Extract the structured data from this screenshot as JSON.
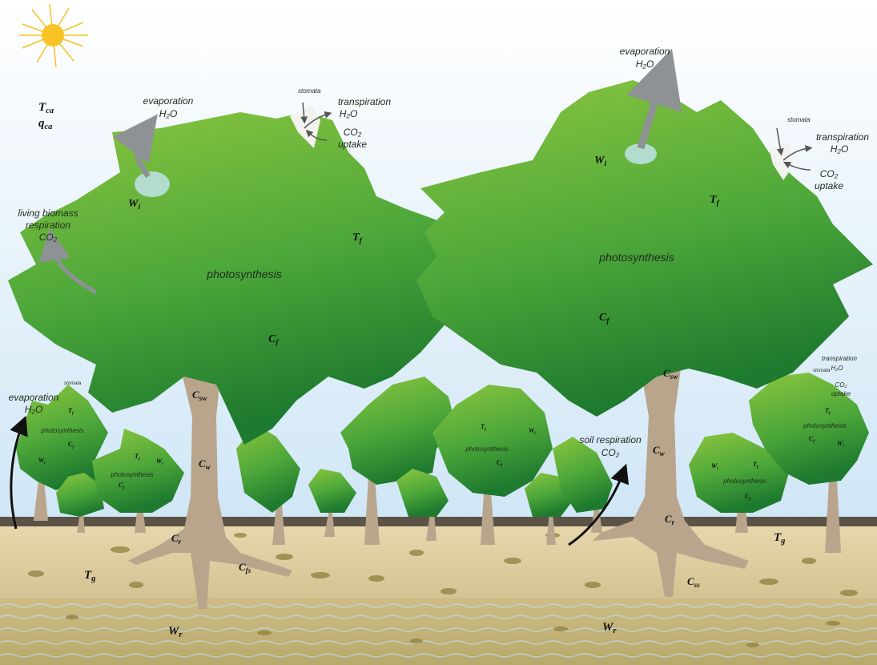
{
  "sky": {
    "ca_symbol_T": "T",
    "ca_symbol_T_sub": "ca",
    "ca_symbol_q": "q",
    "ca_symbol_q_sub": "ca"
  },
  "tree_left": {
    "evaporation": "evaporation",
    "evaporation_h2o": "H₂O",
    "stomata": "stomata",
    "transpiration": "transpiration",
    "transpiration_h2o": "H₂O",
    "co2_uptake_co2": "CO₂",
    "co2_uptake_word": "uptake",
    "living_biomass_line1": "living biomass",
    "living_biomass_line2": "respiration",
    "living_biomass_co2": "CO₂",
    "photosynthesis": "photosynthesis",
    "wi": "W",
    "wi_sub": "i",
    "tf": "T",
    "tf_sub": "f",
    "cf": "C",
    "cf_sub": "f",
    "csw": "C",
    "csw_sub": "sw",
    "cw": "C",
    "cw_sub": "w",
    "cr": "C",
    "cr_sub": "r",
    "cfs": "C",
    "cfs_sub": "fs"
  },
  "tree_right": {
    "evaporation": "evaporation",
    "evaporation_h2o": "H₂O",
    "stomata": "stomata",
    "transpiration": "transpiration",
    "transpiration_h2o": "H₂O",
    "co2_uptake_co2": "CO₂",
    "co2_uptake_word": "uptake",
    "photosynthesis": "photosynthesis",
    "wi": "W",
    "wi_sub": "i",
    "tf": "T",
    "tf_sub": "f",
    "cf": "C",
    "cf_sub": "f",
    "csw": "C",
    "csw_sub": "sw",
    "cw": "C",
    "cw_sub": "w",
    "cr": "C",
    "cr_sub": "r",
    "css": "C",
    "css_sub": "ss"
  },
  "small_tree_left": {
    "evaporation": "evaporation",
    "evaporation_h2o": "H₂O",
    "stomata": "stomata",
    "photosynthesis": "photosynthesis",
    "tf": "T",
    "tf_sub": "f",
    "cf": "C",
    "cf_sub": "f",
    "wi": "W",
    "wi_sub": "i"
  },
  "small_tree_center": {
    "photosynthesis": "photosynthesis",
    "tf": "T",
    "tf_sub": "f",
    "cf": "C",
    "cf_sub": "f",
    "wi": "W",
    "wi_sub": "i"
  },
  "small_tree_mid": {
    "photosynthesis": "photosynthesis",
    "tf": "T",
    "tf_sub": "f",
    "cf": "C",
    "cf_sub": "f",
    "wi": "W",
    "wi_sub": "i"
  },
  "small_tree_right": {
    "stomata": "stomata",
    "transpiration": "transpiration",
    "transpiration_h2o": "H₂O",
    "co2_uptake_co2": "CO₂",
    "co2_uptake_word": "uptake",
    "photosynthesis": "photosynthesis",
    "tf": "T",
    "tf_sub": "f",
    "cf": "C",
    "cf_sub": "f",
    "wi": "W",
    "wi_sub": "i"
  },
  "small_tree_far_right": {
    "photosynthesis": "photosynthesis",
    "tf": "T",
    "tf_sub": "f",
    "cf": "C",
    "cf_sub": "f",
    "wi": "W",
    "wi_sub": "i"
  },
  "soil": {
    "soil_respiration": "soil respiration",
    "soil_respiration_co2": "CO₂",
    "tg_left": "T",
    "tg_left_sub": "g",
    "tg_right": "T",
    "tg_right_sub": "g",
    "wr_left": "W",
    "wr_left_sub": "r",
    "wr_right": "W",
    "wr_right_sub": "r"
  },
  "colors": {
    "leaf_light": "#8cc63f",
    "leaf_dark": "#1e7a2e",
    "trunk": "#b8a58c",
    "soil_top": "#e4d3a8",
    "soil_bottom": "#c5b67a",
    "soil_band": "#5c5346",
    "sun": "#f7c325",
    "arrow_grey": "#8e9294",
    "arrow_black": "#111111"
  }
}
